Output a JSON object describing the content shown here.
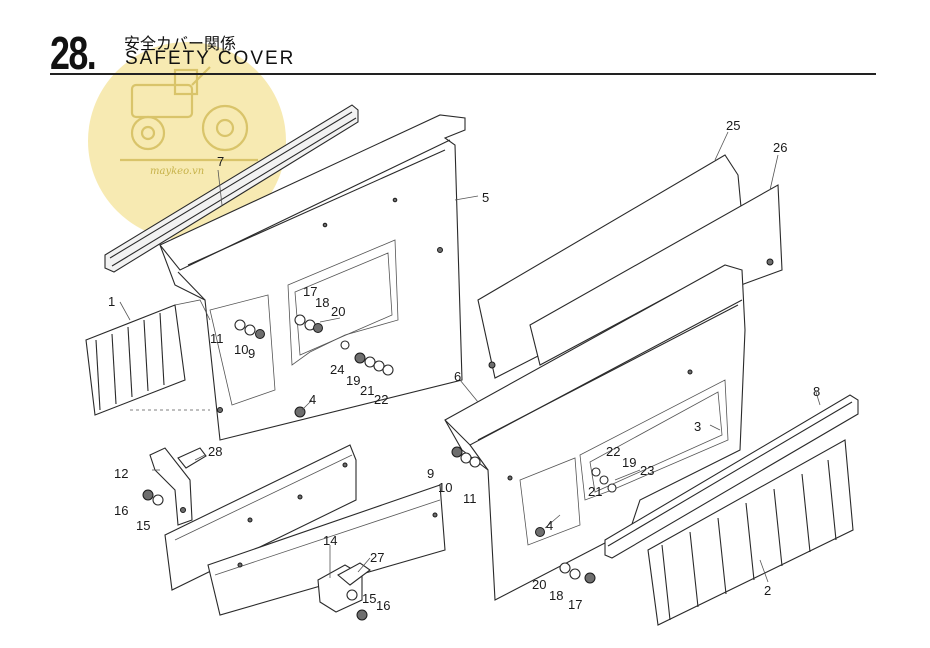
{
  "header": {
    "section_number": "28.",
    "title_jp": "安全カバー関係",
    "title_en": "SAFETY  COVER"
  },
  "watermark": {
    "text": "maykeo.vn",
    "color": "#f6e6a4",
    "icon": "tractor-icon"
  },
  "part_labels": [
    "1",
    "2",
    "3",
    "4",
    "4",
    "5",
    "6",
    "7",
    "8",
    "9",
    "9",
    "10",
    "10",
    "11",
    "11",
    "12",
    "14",
    "15",
    "15",
    "16",
    "16",
    "17",
    "17",
    "18",
    "18",
    "19",
    "19",
    "20",
    "20",
    "21",
    "21",
    "22",
    "22",
    "23",
    "24",
    "25",
    "26",
    "27",
    "28"
  ]
}
